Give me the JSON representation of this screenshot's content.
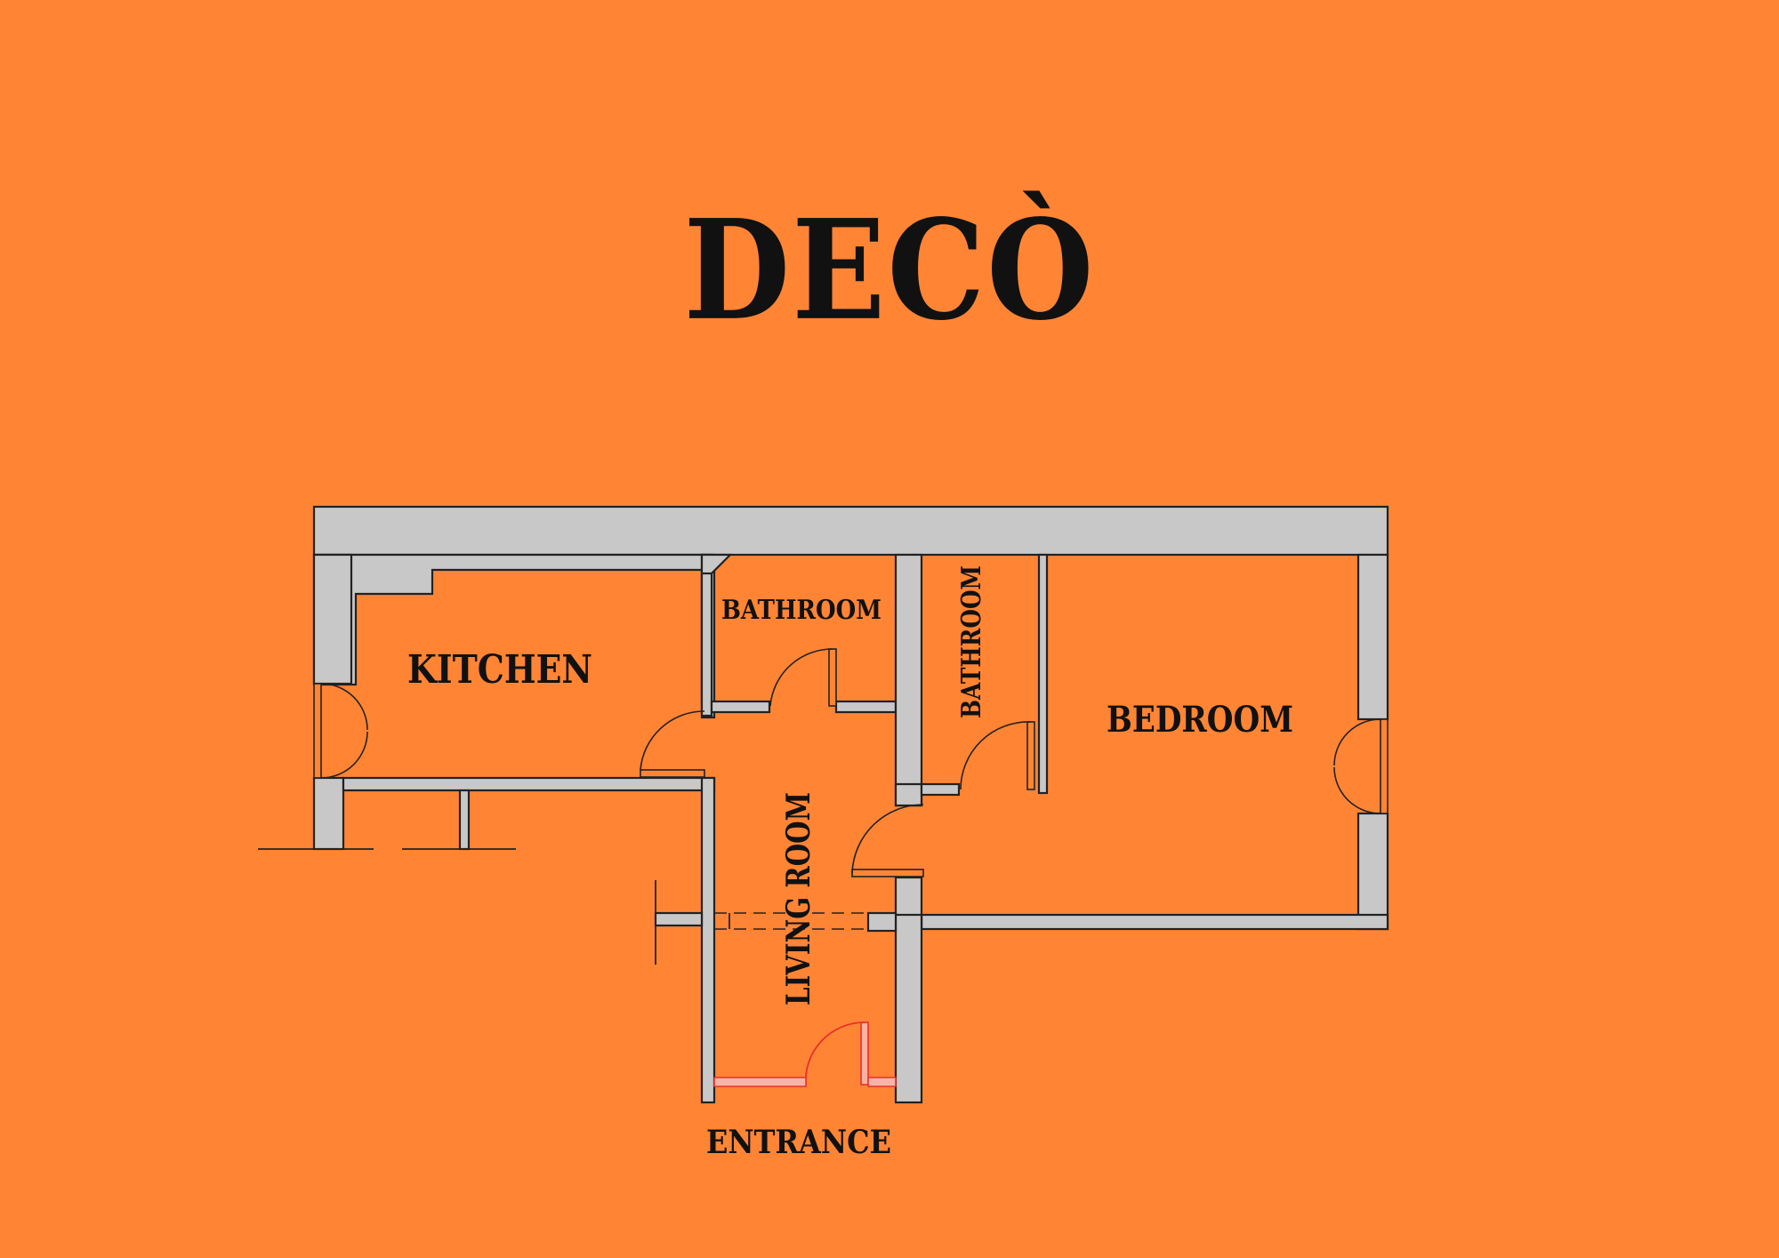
{
  "title": "DECÒ",
  "colors": {
    "background": "#FF8535",
    "wall": "#C8C8C8",
    "outline": "#222222",
    "entrance_door": "#E8302A"
  },
  "rooms": {
    "kitchen": "KITCHEN",
    "bathroom_1": "BATHROOM",
    "bathroom_2": "BATHROOM",
    "bedroom": "BEDROOM",
    "living_room": "LIVING ROOM",
    "entrance": "ENTRANCE"
  }
}
